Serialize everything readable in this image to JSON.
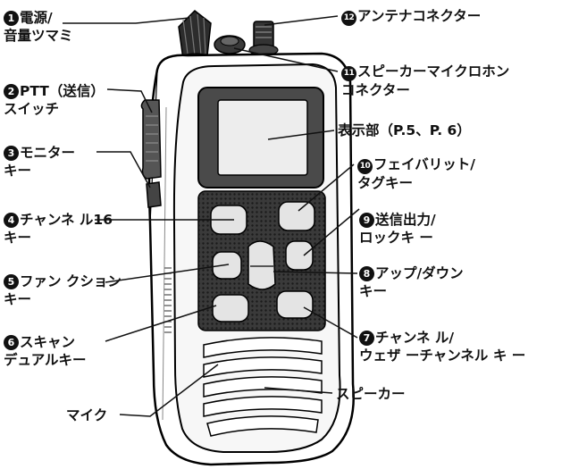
{
  "labels": {
    "l1": {
      "num": "1",
      "lines": [
        "電源/",
        "音量ツマミ"
      ]
    },
    "l2": {
      "num": "2",
      "lines": [
        "PTT（送信）",
        "スイッチ"
      ]
    },
    "l3": {
      "num": "3",
      "lines": [
        "モニター",
        "キー"
      ]
    },
    "l4": {
      "num": "4",
      "lines": [
        "チャンネ ル16",
        "キー"
      ]
    },
    "l5": {
      "num": "5",
      "lines": [
        "ファン クション",
        "キー"
      ]
    },
    "l6": {
      "num": "6",
      "lines": [
        "スキャン",
        "デュアルキー"
      ]
    },
    "l7": {
      "num": "7",
      "lines": [
        "チャンネ ル/",
        "ウェザ ーチャンネル キ ー"
      ]
    },
    "l8": {
      "num": "8",
      "lines": [
        "アップ/ダウン",
        "キー"
      ]
    },
    "l9": {
      "num": "9",
      "lines": [
        "送信出力/",
        "ロックキ ー"
      ]
    },
    "l10": {
      "num": "10",
      "lines": [
        "フェイバリット/",
        "タグキー"
      ]
    },
    "l11": {
      "num": "11",
      "lines": [
        "スピーカーマイクロホン",
        "コネクター"
      ]
    },
    "l12": {
      "num": "12",
      "lines": [
        "アンテナコネクター"
      ]
    },
    "display": {
      "text": "表示部（P.5、P. 6）"
    },
    "speaker": {
      "text": "スピーカー"
    },
    "mic": {
      "text": "マイク"
    }
  }
}
